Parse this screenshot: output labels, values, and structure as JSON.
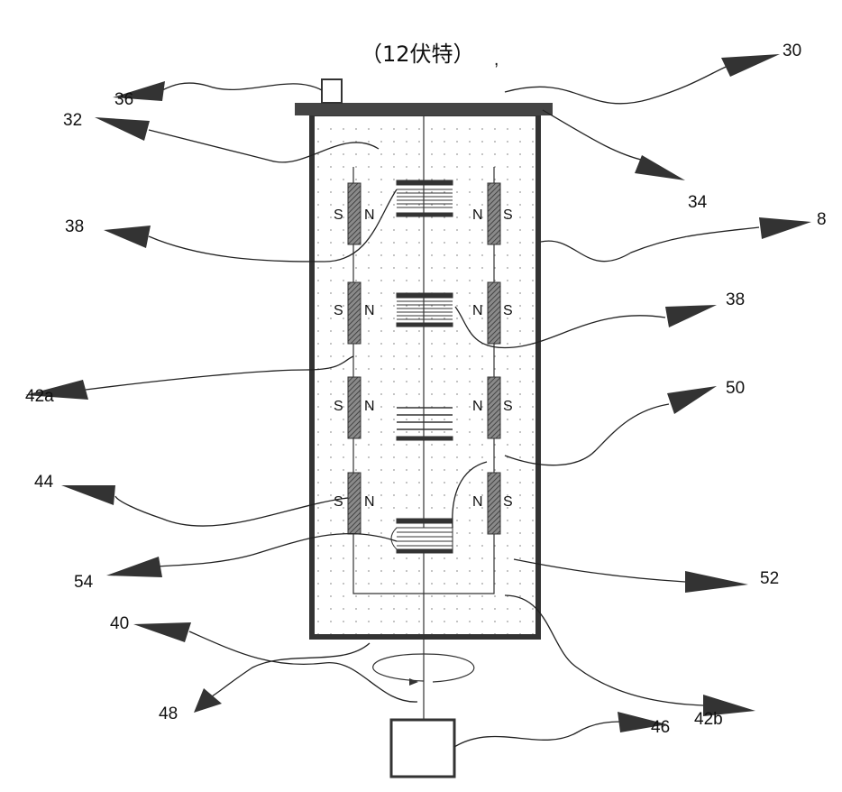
{
  "title": "（12伏特）",
  "labels": {
    "l30": "30",
    "l36": "36",
    "l32": "32",
    "l34": "34",
    "l38a": "38",
    "l8": "8",
    "l38b": "38",
    "l42a": "42a",
    "l50": "50",
    "l44": "44",
    "l54": "54",
    "l52": "52",
    "l40": "40",
    "l48": "48",
    "l42b": "42b",
    "l46": "46"
  },
  "poles": {
    "south": "S",
    "north": "N"
  },
  "colors": {
    "line": "#222222",
    "magnet": "#555555",
    "fill_dots": "#999999"
  }
}
